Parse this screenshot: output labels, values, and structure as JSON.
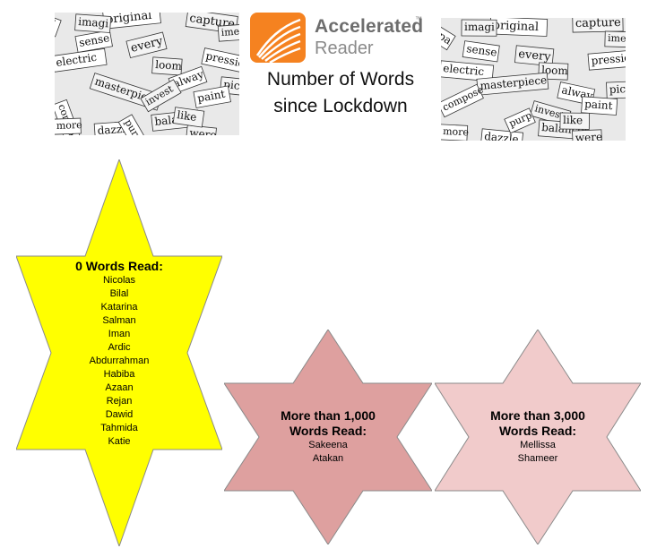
{
  "header": {
    "logo": {
      "name_line1": "Accelerated",
      "trademark": "™",
      "name_line2": "Reader"
    },
    "title": "Number of Words\nsince Lockdown",
    "collage_words": [
      "original",
      "capture",
      "sense",
      "every",
      "electric",
      "loom",
      "pressio",
      "masterpiece",
      "alway",
      "pic",
      "compose",
      "invest",
      "paint",
      "balance",
      "dazzle",
      "were",
      "more",
      "like",
      "purp",
      "imagi",
      "pa",
      "ime"
    ]
  },
  "stars": [
    {
      "heading": "0 Words Read:",
      "color": "#ffff00",
      "names": [
        "Nicolas",
        "Bilal",
        "Katarina",
        "Salman",
        "Iman",
        "Ardic",
        "Abdurrahman",
        "Habiba",
        "Azaan",
        "Rejan",
        "Dawid",
        "Tahmida",
        "Katie"
      ]
    },
    {
      "heading": "More than 1,000\nWords Read:",
      "color": "#dea09f",
      "names": [
        "Sakeena",
        "Atakan"
      ]
    },
    {
      "heading": "More than 3,000\nWords Read:",
      "color": "#f1cbcb",
      "names": [
        "Mellissa",
        "Shameer"
      ]
    }
  ]
}
